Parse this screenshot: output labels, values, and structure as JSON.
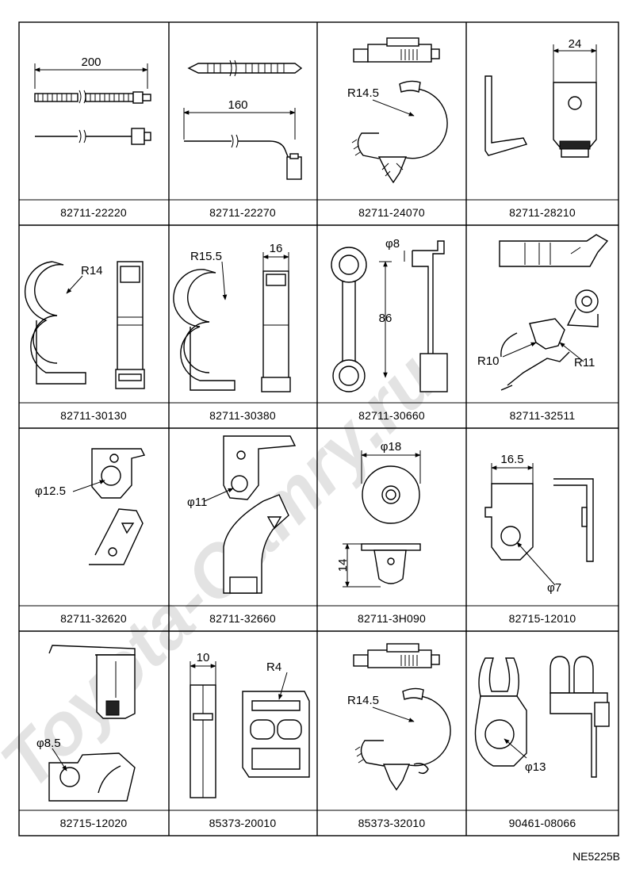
{
  "watermark": "Toyota-Camry.ru",
  "figure_id": "NE5225B",
  "cells": [
    {
      "part": "82711-22220",
      "labels": [
        "200"
      ]
    },
    {
      "part": "82711-22270",
      "labels": [
        "160"
      ]
    },
    {
      "part": "82711-24070",
      "labels": [
        "R14.5"
      ]
    },
    {
      "part": "82711-28210",
      "labels": [
        "24"
      ]
    },
    {
      "part": "82711-30130",
      "labels": [
        "R14"
      ]
    },
    {
      "part": "82711-30380",
      "labels": [
        "R15.5",
        "16"
      ]
    },
    {
      "part": "82711-30660",
      "labels": [
        "φ8",
        "86"
      ]
    },
    {
      "part": "82711-32511",
      "labels": [
        "R10",
        "R11"
      ]
    },
    {
      "part": "82711-32620",
      "labels": [
        "φ12.5"
      ]
    },
    {
      "part": "82711-32660",
      "labels": [
        "φ11"
      ]
    },
    {
      "part": "82711-3H090",
      "labels": [
        "φ18",
        "14"
      ]
    },
    {
      "part": "82715-12010",
      "labels": [
        "16.5",
        "φ7"
      ]
    },
    {
      "part": "82715-12020",
      "labels": [
        "φ8.5"
      ]
    },
    {
      "part": "85373-20010",
      "labels": [
        "10",
        "R4"
      ]
    },
    {
      "part": "85373-32010",
      "labels": [
        "R14.5"
      ]
    },
    {
      "part": "90461-08066",
      "labels": [
        "φ13"
      ]
    }
  ]
}
